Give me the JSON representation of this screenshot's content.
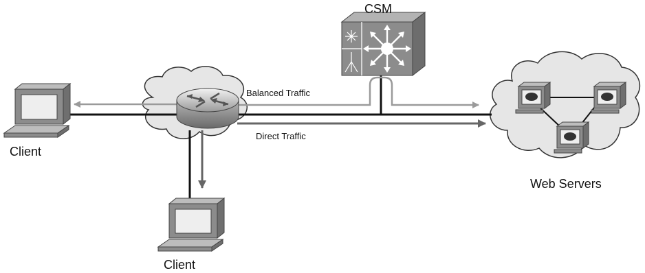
{
  "labels": {
    "csm": "CSM",
    "balanced_traffic": "Balanced Traffic",
    "direct_traffic": "Direct Traffic",
    "client_left": "Client",
    "client_bottom": "Client",
    "web_servers": "Web Servers"
  },
  "colors": {
    "cloud_fill": "#e6e6e6",
    "cloud_stroke": "#333333",
    "device_gray": "#8c8c8c",
    "screen_fill": "#eeeeee",
    "line_dark": "#111111",
    "arrow_gray": "#9a9a9a",
    "arrow_dark": "#666666"
  },
  "icons": {
    "csm": "switch-module-icon",
    "router": "router-icon",
    "workstation": "workstation-icon",
    "server": "server-icon",
    "cloud": "cloud-icon"
  }
}
